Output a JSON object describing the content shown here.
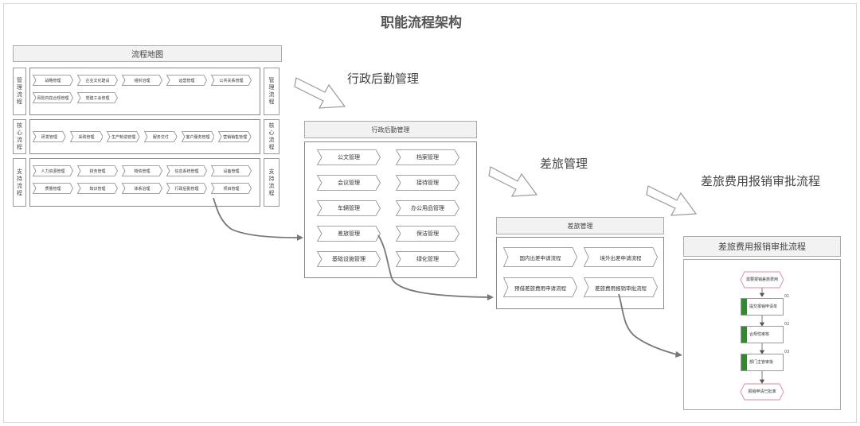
{
  "title": "职能流程架构",
  "map": {
    "header": "流程地图",
    "rows": [
      {
        "left_label": "管理流程",
        "right_label": "管理流程",
        "lines": [
          [
            "战略管理",
            "企业文化建设",
            "组织治理",
            "运营管理",
            "公共关系管理"
          ],
          [
            "风险内控合规管理",
            "党建工会管理"
          ]
        ]
      },
      {
        "left_label": "核心流程",
        "right_label": "核心流程",
        "lines": [
          [
            "研发管理",
            "采购管理",
            "生产制造管理",
            "服务交付",
            "客户服务管理",
            "营销销售管理"
          ]
        ]
      },
      {
        "left_label": "支持流程",
        "right_label": "支持流程",
        "lines": [
          [
            "人力资源管理",
            "财务管理",
            "物资管理",
            "信息系统管理",
            "设备管理"
          ],
          [
            "质量管理",
            "知识管理",
            "体系治理",
            "行政后勤管理",
            "项目管理"
          ]
        ]
      }
    ]
  },
  "admin": {
    "section_label": "行政后勤管理",
    "header": "行政后勤管理",
    "items": [
      [
        "公文管理",
        "档案管理"
      ],
      [
        "会议管理",
        "接待管理"
      ],
      [
        "车辆管理",
        "办公用品管理"
      ],
      [
        "差旅管理",
        "保洁管理"
      ],
      [
        "基础设施管理",
        "绿化管理"
      ]
    ]
  },
  "travel": {
    "section_label": "差旅管理",
    "header": "差旅管理",
    "items": [
      [
        "国内出差申请流程",
        "境外出差申请流程"
      ],
      [
        "预借差旅费用申请流程",
        "差旅费用报销审批流程"
      ]
    ]
  },
  "expense": {
    "section_label": "差旅费用报销审批流程",
    "header": "差旅费用报销审批流程",
    "start": "需要报销差旅费用",
    "steps": [
      {
        "num": "01",
        "label": "提交报销申请单"
      },
      {
        "num": "02",
        "label": "合规性审核"
      },
      {
        "num": "03",
        "label": "部门主管审批"
      }
    ],
    "end": "报销申请已批准"
  },
  "colors": {
    "connector": "#777777",
    "step_tag": "#2e8b2e",
    "terminal_border": "#d98aa0"
  }
}
